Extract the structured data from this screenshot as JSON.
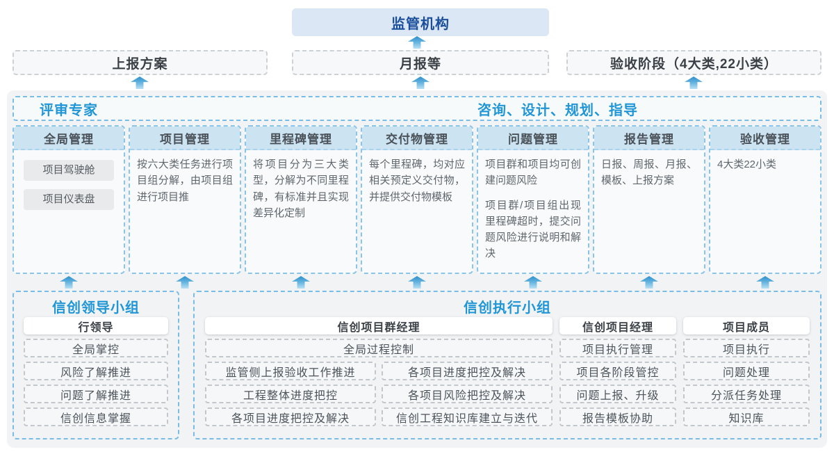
{
  "top": {
    "regulator": "监管机构"
  },
  "outputs": [
    {
      "label": "上报方案"
    },
    {
      "label": "月报等"
    },
    {
      "label": "验收阶段（4大类,22小类）"
    }
  ],
  "band": {
    "left": "评审专家",
    "right": "咨询、设计、规划、指导"
  },
  "columns": [
    {
      "title": "全局管理",
      "pills": [
        "项目驾驶舱",
        "项目仪表盘"
      ]
    },
    {
      "title": "项目管理",
      "body": "按六大类任务进行项目组分解，由项目组进行项目推"
    },
    {
      "title": "里程碑管理",
      "body": "将项目分为三大类型，分解为不同里程碑，有标准并且实现差异化定制"
    },
    {
      "title": "交付物管理",
      "body": "每个里程碑，均对应相关预定义交付物，并提供交付物模板"
    },
    {
      "title": "问题管理",
      "body1": "项目群和项目均可创建问题风险",
      "body2": "项目群/项目组出现里程碑超时，提交问题风险进行说明和解决"
    },
    {
      "title": "报告管理",
      "body": "日报、周报、月报、模板、上报方案"
    },
    {
      "title": "验收管理",
      "body": "4大类22小类"
    }
  ],
  "groups": {
    "leader": {
      "title": "信创领导小组",
      "role": "行领导",
      "items": [
        "全局掌控",
        "风险了解推进",
        "问题了解推进",
        "信创信息掌握"
      ]
    },
    "executor": {
      "title": "信创执行小组",
      "pm_group": {
        "role": "信创项目群经理",
        "full_item": "全局过程控制",
        "left_items": [
          "监管侧上报验收工作推进",
          "工程整体进度把控",
          "各项目进度把控及解决"
        ],
        "right_items": [
          "各项目进度把控及解决",
          "各项目风险把控及解决",
          "信创工程知识库建立与迭代"
        ]
      },
      "pm": {
        "role": "信创项目经理",
        "items": [
          "项目执行管理",
          "项目各阶段管控",
          "问题上报、升级",
          "报告模板协助"
        ]
      },
      "member": {
        "role": "项目成员",
        "items": [
          "项目执行",
          "问题处理",
          "分派任务处理",
          "知识库"
        ]
      }
    }
  },
  "colors": {
    "accent_blue": "#2196d6",
    "dark_blue": "#1b4f9c",
    "arrow_blue": "#4aa3d8",
    "header_blue_bg": "#cce3f1",
    "regulator_bg": "#dbe7f4",
    "panel_gray": "#f1f3f4",
    "dashed_blue_border": "#79bde6"
  }
}
